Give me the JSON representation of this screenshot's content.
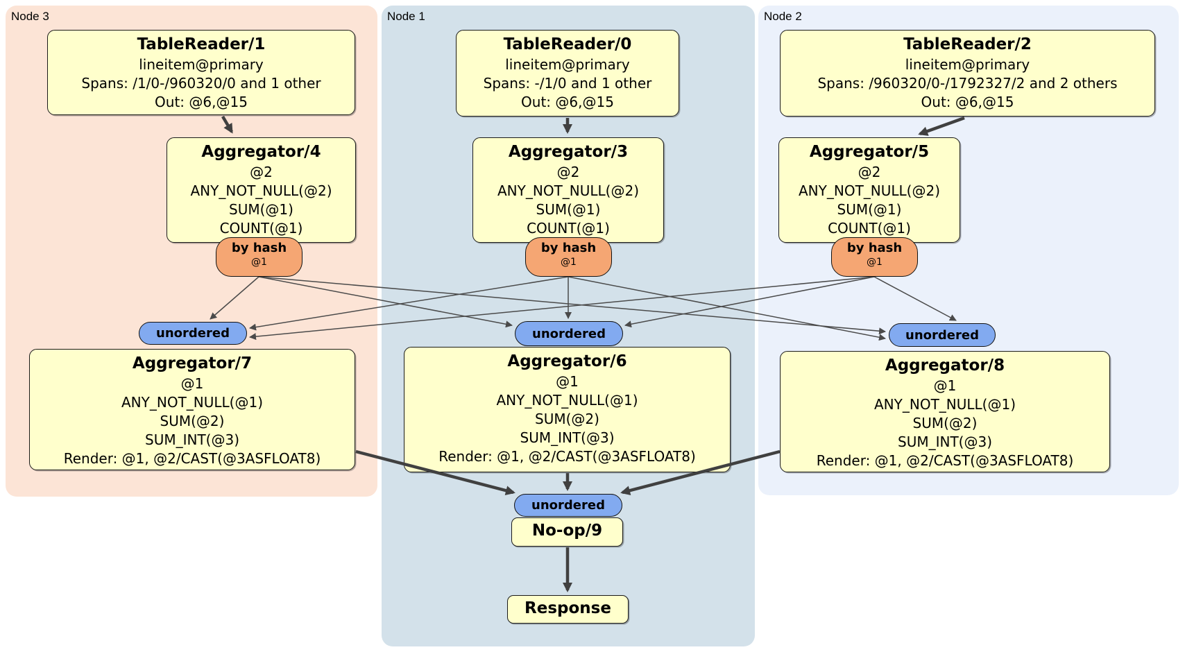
{
  "colors": {
    "node3_bg": "#fce4d6",
    "node1_bg": "#d3e1ea",
    "node2_bg": "#ebf1fb",
    "box_bg": "#ffffcc",
    "box_border": "#1a1a1a",
    "router_bg": "#f5a673",
    "stream_bg": "#82aaf0",
    "edge": "#4a4a4a"
  },
  "groups": {
    "node3": {
      "label": "Node 3"
    },
    "node1": {
      "label": "Node 1"
    },
    "node2": {
      "label": "Node 2"
    }
  },
  "processors": {
    "tr1": {
      "title": "TableReader/1",
      "lines": [
        "lineitem@primary",
        "Spans: /1/0-/960320/0 and 1 other",
        "Out: @6,@15"
      ]
    },
    "tr0": {
      "title": "TableReader/0",
      "lines": [
        "lineitem@primary",
        "Spans: -/1/0 and 1 other",
        "Out: @6,@15"
      ]
    },
    "tr2": {
      "title": "TableReader/2",
      "lines": [
        "lineitem@primary",
        "Spans: /960320/0-/1792327/2 and 2 others",
        "Out: @6,@15"
      ]
    },
    "agg4": {
      "title": "Aggregator/4",
      "lines": [
        "@2",
        "ANY_NOT_NULL(@2)",
        "SUM(@1)",
        "COUNT(@1)"
      ]
    },
    "agg3": {
      "title": "Aggregator/3",
      "lines": [
        "@2",
        "ANY_NOT_NULL(@2)",
        "SUM(@1)",
        "COUNT(@1)"
      ]
    },
    "agg5": {
      "title": "Aggregator/5",
      "lines": [
        "@2",
        "ANY_NOT_NULL(@2)",
        "SUM(@1)",
        "COUNT(@1)"
      ]
    },
    "agg7": {
      "title": "Aggregator/7",
      "lines": [
        "@1",
        "ANY_NOT_NULL(@1)",
        "SUM(@2)",
        "SUM_INT(@3)",
        "Render: @1, @2/CAST(@3ASFLOAT8)"
      ]
    },
    "agg6": {
      "title": "Aggregator/6",
      "lines": [
        "@1",
        "ANY_NOT_NULL(@1)",
        "SUM(@2)",
        "SUM_INT(@3)",
        "Render: @1, @2/CAST(@3ASFLOAT8)"
      ]
    },
    "agg8": {
      "title": "Aggregator/8",
      "lines": [
        "@1",
        "ANY_NOT_NULL(@1)",
        "SUM(@2)",
        "SUM_INT(@3)",
        "Render: @1, @2/CAST(@3ASFLOAT8)"
      ]
    },
    "noop": {
      "title": "No-op/9"
    },
    "response": {
      "title": "Response"
    }
  },
  "router": {
    "label": "by hash",
    "detail": "@1"
  },
  "stream": {
    "label": "unordered"
  }
}
